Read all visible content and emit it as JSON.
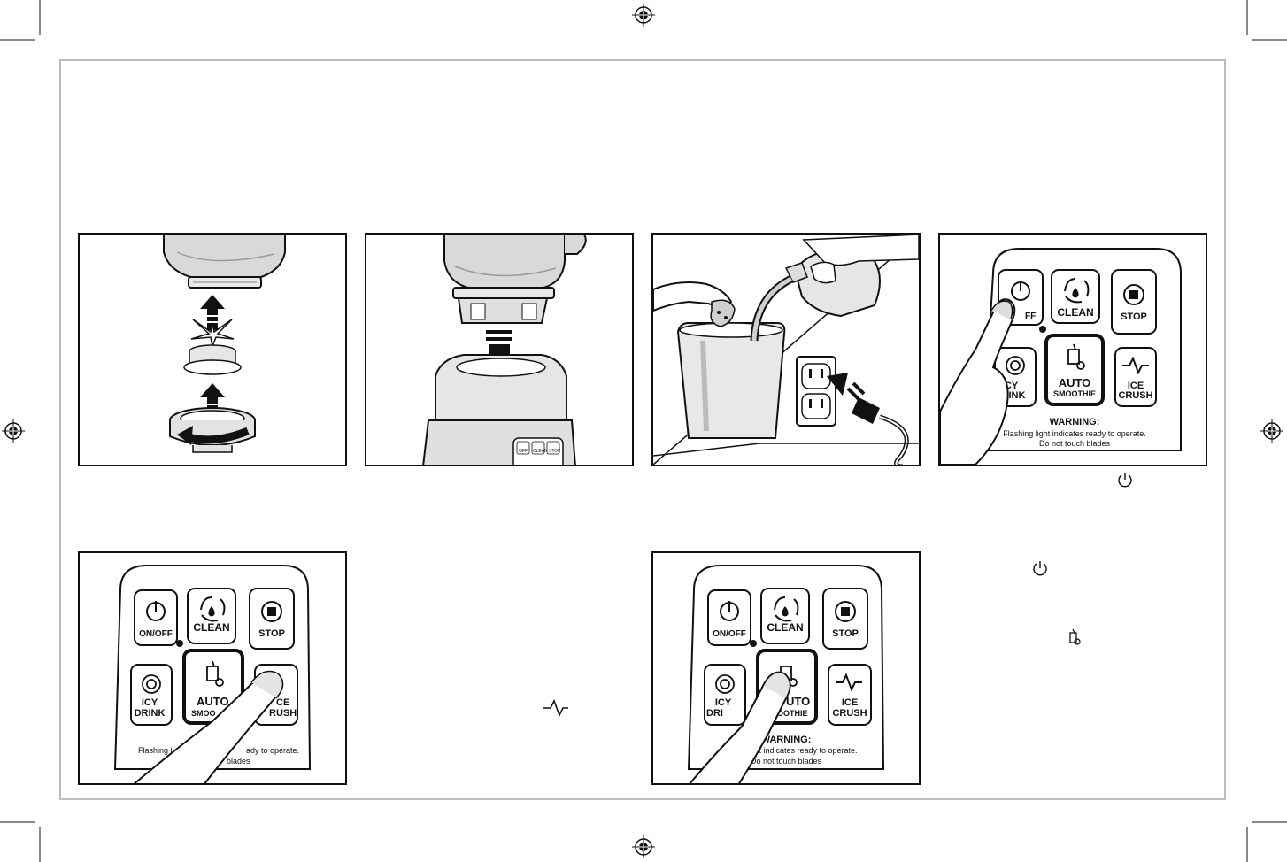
{
  "control_panel": {
    "on_off": "ON/OFF",
    "on_off_partial": "FF",
    "clean": "CLEAN",
    "stop": "STOP",
    "icy": "ICY",
    "drink": "DRINK",
    "auto": "AUTO",
    "smoothie": "SMOOTHIE",
    "ice": "ICE",
    "crush": "CRUSH",
    "warning": "WARNING:",
    "flashing": "Flashing light indicates ready to operate.",
    "do_not_touch": "Do not touch blades"
  },
  "panel5_text": {
    "flashing_left": "Flashing li",
    "flashing_right": "ady to operate.",
    "blades": "blades",
    "auto_partial": "AUTO",
    "smooth_partial": "SMOO",
    "ice_partial": "CE",
    "crush_partial": "RUSH"
  },
  "panel6_text": {
    "dri_partial": "DRI",
    "auto_partial": "UTO",
    "smoothie_partial": "OOTHIE",
    "flashing_partial": "light indicates ready to operate."
  },
  "base_buttons": [
    "OFF",
    "CLEAN",
    "STOP"
  ],
  "icons": [
    "power-icon",
    "ice-crush-icon",
    "auto-smoothie-icon",
    "registration-mark-icon"
  ]
}
